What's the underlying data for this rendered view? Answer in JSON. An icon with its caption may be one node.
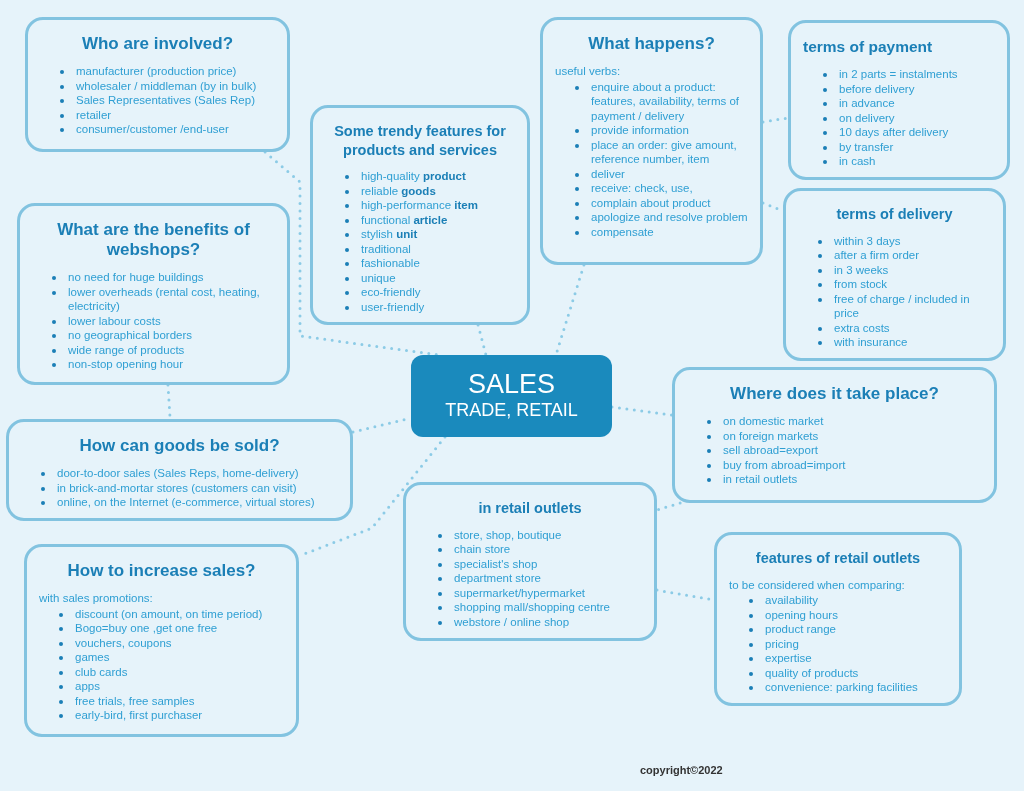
{
  "diagram": {
    "nodes": [
      {
        "text": [
          "SALES",
          "TRADE, RETAIL"
        ]
      },
      {
        "text": [
          "Who are involved?",
          "manufacturer (production price)",
          "wholesaler / middleman (by in bulk)",
          "Sales Representatives (Sales Rep)",
          "retailer",
          "consumer/customer /end-user"
        ]
      },
      {
        "text": [
          "Some trendy features for products and services",
          "high-quality **product**",
          "reliable **goods**",
          "high-performance **item**",
          "functional **article**",
          "stylish **unit**",
          "traditional",
          "fashionable",
          "unique",
          "eco-friendly",
          "user-friendly"
        ]
      },
      {
        "text": [
          "What happens?",
          "useful verbs:",
          "enquire about a product: features, availability, terms of payment / delivery",
          "provide information",
          "place an order: give amount, reference number, item",
          "deliver",
          "receive: check, use,",
          "complain about product",
          "apologize and resolve problem",
          "compensate"
        ]
      },
      {
        "text": [
          "terms of payment",
          "in 2 parts = instalments",
          "before delivery",
          "in advance",
          "on delivery",
          "10 days after delivery",
          "by transfer",
          "in cash"
        ]
      },
      {
        "text": [
          "terms of delivery",
          "within 3 days",
          "after a firm order",
          "in 3 weeks",
          "from stock",
          "free of charge / included in price",
          "extra costs",
          "with insurance"
        ]
      },
      {
        "text": [
          "What are the benefits of webshops?",
          "no need for huge buildings",
          "lower overheads (rental cost, heating, electricity)",
          "lower labour costs",
          "no geographical borders",
          "wide range of products",
          "non-stop opening hour"
        ]
      },
      {
        "text": [
          "How can goods be sold?",
          "door-to-door sales (Sales Reps, home-delivery)",
          "in brick-and-mortar stores (customers can visit)",
          "online, on the Internet (e-commerce, virtual stores)"
        ]
      },
      {
        "text": [
          "Where does it take place?",
          "on domestic market",
          "on foreign markets",
          "sell abroad=export",
          "buy from abroad=import",
          "in retail outlets"
        ]
      },
      {
        "text": [
          "in retail outlets",
          "store, shop, boutique",
          "chain store",
          "specialist's shop",
          "department store",
          "supermarket/hypermarket",
          "shopping mall/shopping centre",
          "webstore / online shop"
        ]
      },
      {
        "text": [
          "How to increase sales?",
          "with sales promotions:",
          "discount (on amount, on time period)",
          "Bogo=buy one ,get one free",
          "vouchers, coupons",
          "games",
          "club cards",
          "apps",
          "free trials, free samples",
          "early-bird, first purchaser"
        ]
      },
      {
        "text": [
          "features of retail outlets",
          "to be considered when comparing:",
          "availability",
          "opening hours",
          "product range",
          "pricing",
          "expertise",
          "quality of products",
          "convenience: parking facilities"
        ]
      }
    ],
    "edges": [
      {
        "from": 1,
        "to": 0,
        "arrow": "none"
      },
      {
        "from": 2,
        "to": 0,
        "arrow": "none"
      },
      {
        "from": 3,
        "to": 0,
        "arrow": "none"
      },
      {
        "from": 3,
        "to": 4,
        "arrow": "none"
      },
      {
        "from": 3,
        "to": 5,
        "arrow": "none"
      },
      {
        "from": 6,
        "to": 7,
        "arrow": "none"
      },
      {
        "from": 7,
        "to": 0,
        "arrow": "none"
      },
      {
        "from": 0,
        "to": 10,
        "arrow": "none"
      },
      {
        "from": 0,
        "to": 8,
        "arrow": "none"
      },
      {
        "from": 8,
        "to": 9,
        "arrow": "none"
      },
      {
        "from": 9,
        "to": 11,
        "arrow": "none"
      }
    ],
    "labels": [
      "copyright©2022"
    ]
  }
}
